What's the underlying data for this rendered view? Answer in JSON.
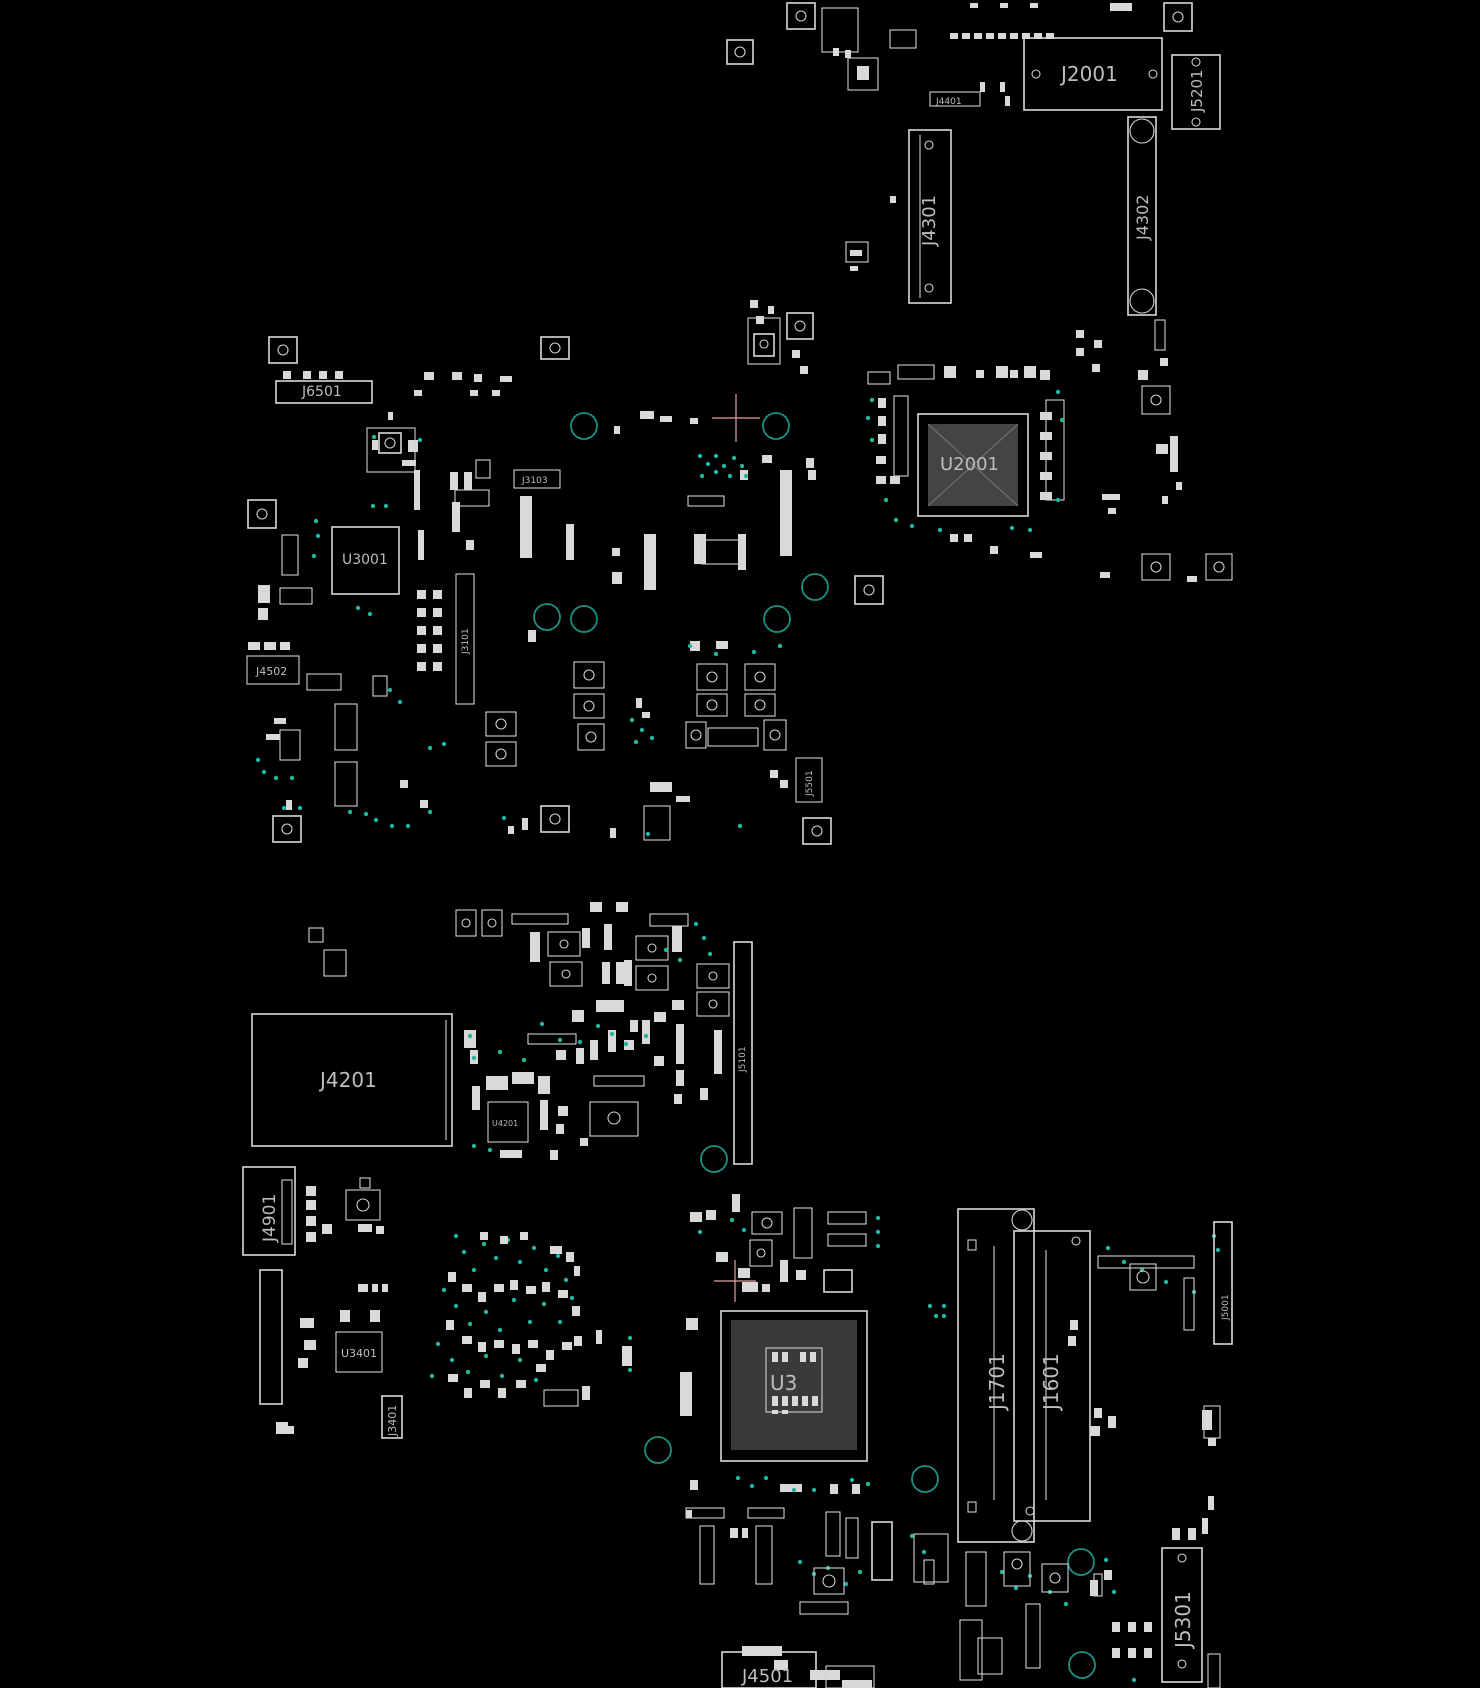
{
  "board": {
    "background": "#000000",
    "outline_color": "#d9d9d9",
    "via_color": "#1fb5a0",
    "hole_color": "#1a8f84",
    "cursor_color": "#e0a0a0"
  },
  "components": {
    "j2001": "J2001",
    "j5201": "J5201",
    "j4401": "J4401",
    "j4301": "J4301",
    "j4302": "J4302",
    "j6501": "J6501",
    "u2001": "U2001",
    "u3001": "U3001",
    "j3103": "J3103",
    "j3101": "J3101",
    "j4502": "J4502",
    "j5501": "J5501",
    "j4201": "J4201",
    "u4201": "U4201",
    "j5101": "J5101",
    "j4901": "J4901",
    "j3401": "J3401",
    "u3401": "U3401",
    "u3": "U3",
    "j1701": "J1701",
    "j1601": "J1601",
    "j5301": "J5301",
    "j4501": "J4501",
    "j5001": "J5001"
  }
}
